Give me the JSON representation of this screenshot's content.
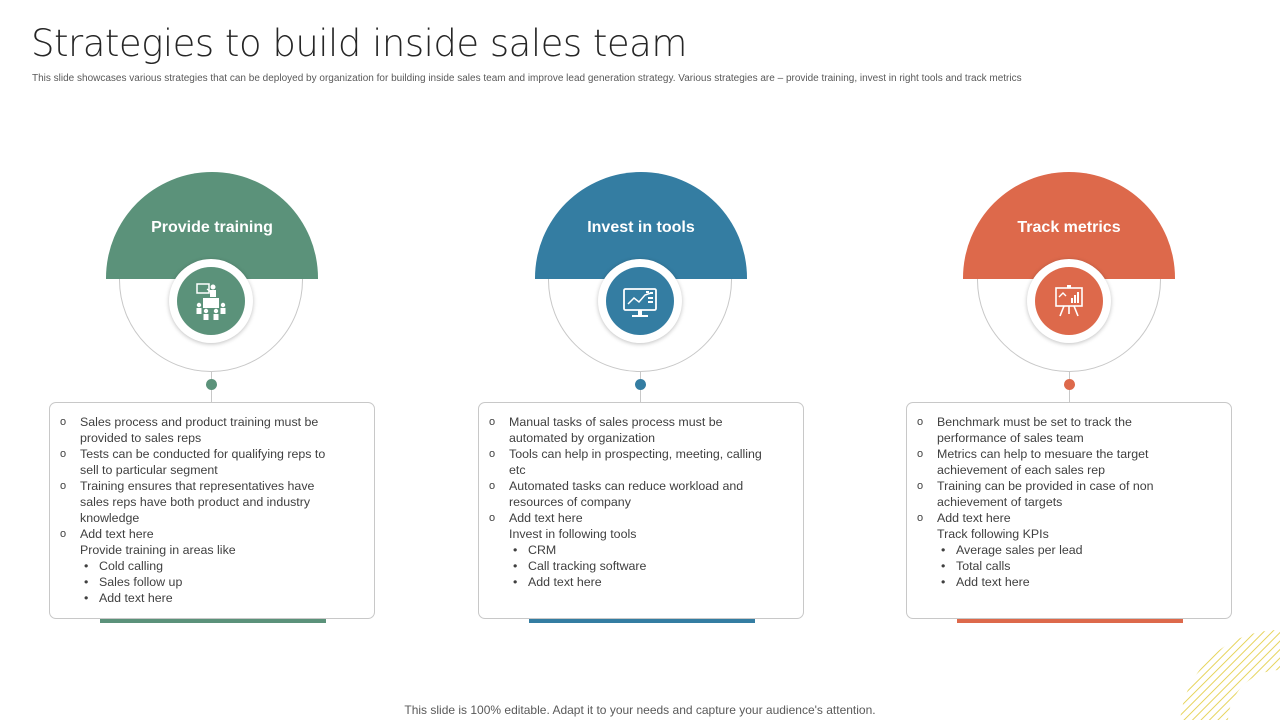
{
  "title": "Strategies to build inside sales team",
  "subtitle": "This slide showcases various strategies that can be deployed by organization for building inside sales team and improve lead generation strategy. Various strategies are – provide training, invest in right tools and track metrics",
  "footer": "This slide is 100% editable. Adapt it to your needs and capture your audience's attention.",
  "colors": {
    "green": "#5b927a",
    "blue": "#347da2",
    "orange": "#dd694b",
    "decoration": "#e6d35a"
  },
  "cards": [
    {
      "heading": "Provide training",
      "icon": "training-presentation-icon",
      "lines": [
        "Sales process and product training must be",
        "provided to sales reps",
        "Tests can be conducted for qualifying reps to",
        "sell to particular segment",
        "Training ensures that representatives have",
        "sales reps have both product and industry",
        "knowledge",
        "Add text here",
        "Provide training in areas like",
        "Cold calling",
        "Sales follow up",
        "Add text here"
      ]
    },
    {
      "heading": "Invest in tools",
      "icon": "computer-analytics-icon",
      "lines": [
        "Manual tasks of sales process must be",
        "automated by organization",
        "Tools can help in prospecting, meeting, calling",
        "etc",
        "Automated tasks can reduce workload and",
        "resources of company",
        "Add text here",
        "Invest in following tools",
        "CRM",
        "Call tracking software",
        "Add text here"
      ]
    },
    {
      "heading": "Track metrics",
      "icon": "chart-board-icon",
      "lines": [
        "Benchmark must be set to track the",
        "performance of sales team",
        "Metrics can help to mesuare the target",
        "achievement of each sales rep",
        "Training can be provided in case of non",
        "achievement of targets",
        "Add text here",
        "Track following KPIs",
        "Average sales per lead",
        "Total calls",
        "Add text here"
      ]
    }
  ]
}
